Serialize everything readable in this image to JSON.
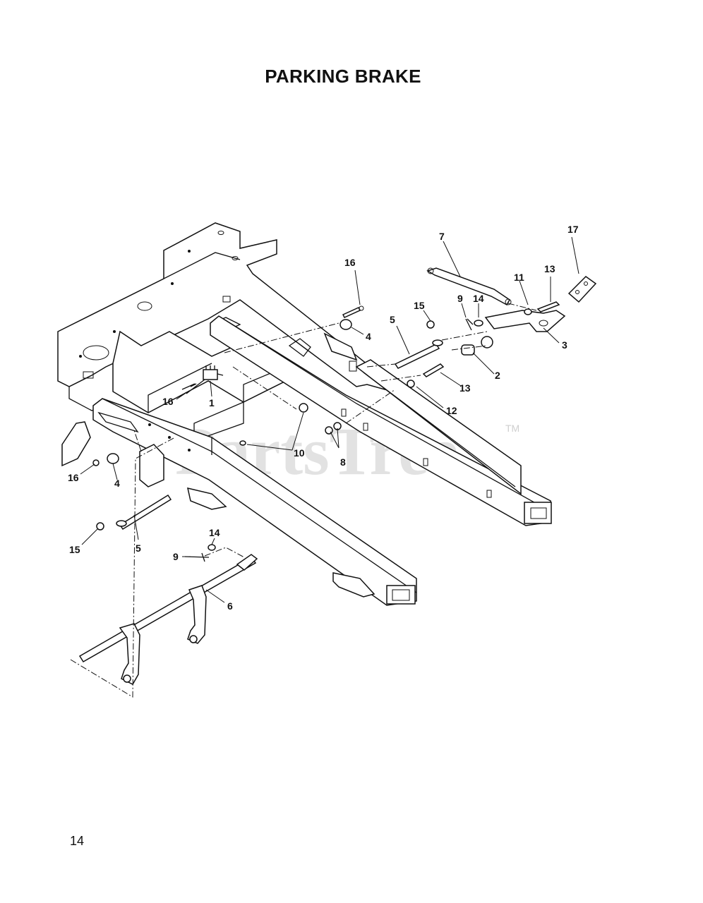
{
  "page": {
    "title": "PARKING BRAKE",
    "page_number": "14"
  },
  "watermark": {
    "text": "PartsTree",
    "trademark": "TM"
  },
  "callouts": {
    "c1": "1",
    "c2": "2",
    "c3": "3",
    "c4a": "4",
    "c4b": "4",
    "c5a": "5",
    "c5b": "5",
    "c6": "6",
    "c7": "7",
    "c8": "8",
    "c9a": "9",
    "c9b": "9",
    "c10": "10",
    "c11": "11",
    "c12": "12",
    "c13a": "13",
    "c13b": "13",
    "c14a": "14",
    "c14b": "14",
    "c15a": "15",
    "c15b": "15",
    "c16a": "16",
    "c16b": "16",
    "c17": "17"
  }
}
